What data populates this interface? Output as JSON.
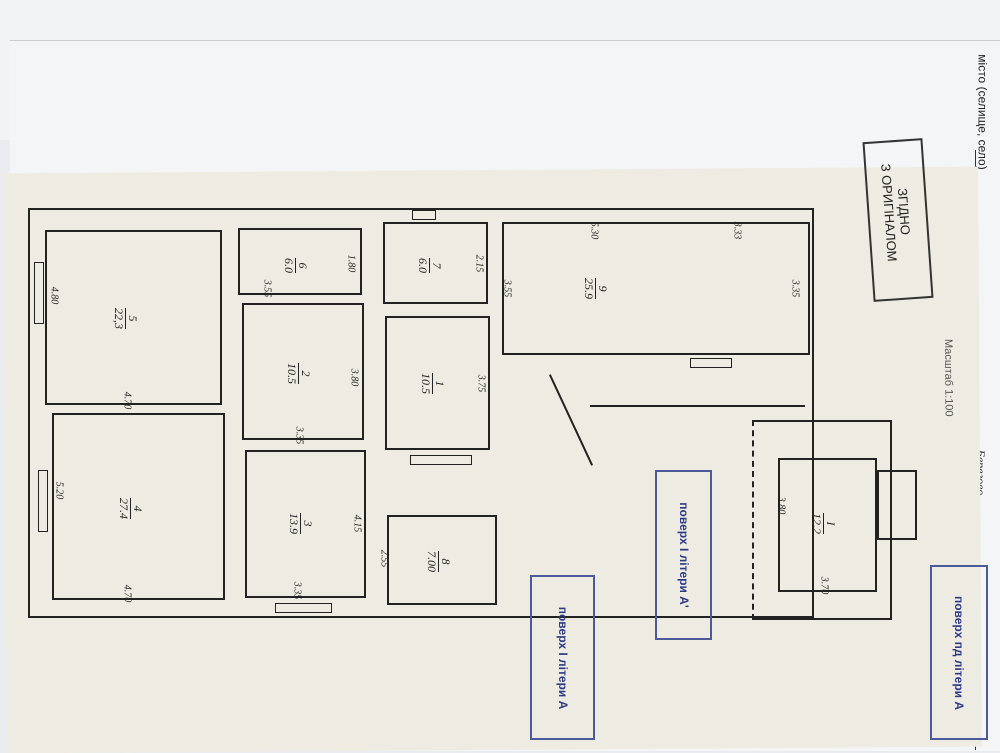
{
  "header": {
    "settlement_label": "місто (селище, село)",
    "settlement_value": "Берегово",
    "scale": "Масштаб 1:100"
  },
  "certification_stamp": {
    "line1": "ЗГІДНО",
    "line2": "З ОРИГІНАЛОМ"
  },
  "floor_stamps": [
    {
      "text": "поверх І літери А'"
    },
    {
      "text": "поверх І літери А"
    },
    {
      "text": "поверх пд літери А"
    }
  ],
  "rooms": [
    {
      "num": "5",
      "area": "22,3"
    },
    {
      "num": "4",
      "area": "27.4"
    },
    {
      "num": "6",
      "area": "6.0"
    },
    {
      "num": "2",
      "area": "10.5"
    },
    {
      "num": "3",
      "area": "13.9"
    },
    {
      "num": "7",
      "area": "6.0"
    },
    {
      "num": "1",
      "area": "10.5"
    },
    {
      "num": "8",
      "area": "7.00"
    },
    {
      "num": "9",
      "area": "25.9"
    },
    {
      "num": "I",
      "area": "12.2"
    }
  ],
  "dimensions": [
    "4.80",
    "4.70",
    "5.20",
    "4.70",
    "1.80",
    "3.55",
    "3.80",
    "3.35",
    "4.15",
    "3.35",
    "2.15",
    "3.75",
    "2.55",
    "5.30",
    "3.33",
    "3.55",
    "3.35",
    "3.80",
    "3.70"
  ]
}
